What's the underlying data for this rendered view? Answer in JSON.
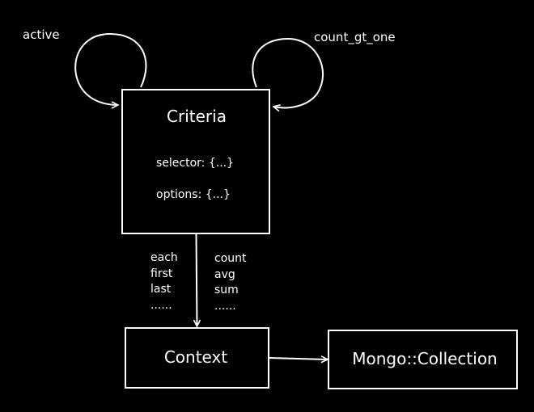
{
  "diagram": {
    "nodes": {
      "criteria": {
        "title": "Criteria",
        "fields": [
          "selector: {...}",
          "options: {...}"
        ]
      },
      "context": {
        "title": "Context"
      },
      "collection": {
        "title": "Mongo::Collection"
      }
    },
    "self_loops": {
      "left_label": "active",
      "right_label": "count_gt_one"
    },
    "edge_labels": {
      "left": [
        "each",
        "first",
        "last",
        "......"
      ],
      "right": [
        "count",
        "avg",
        "sum",
        "......"
      ]
    }
  }
}
